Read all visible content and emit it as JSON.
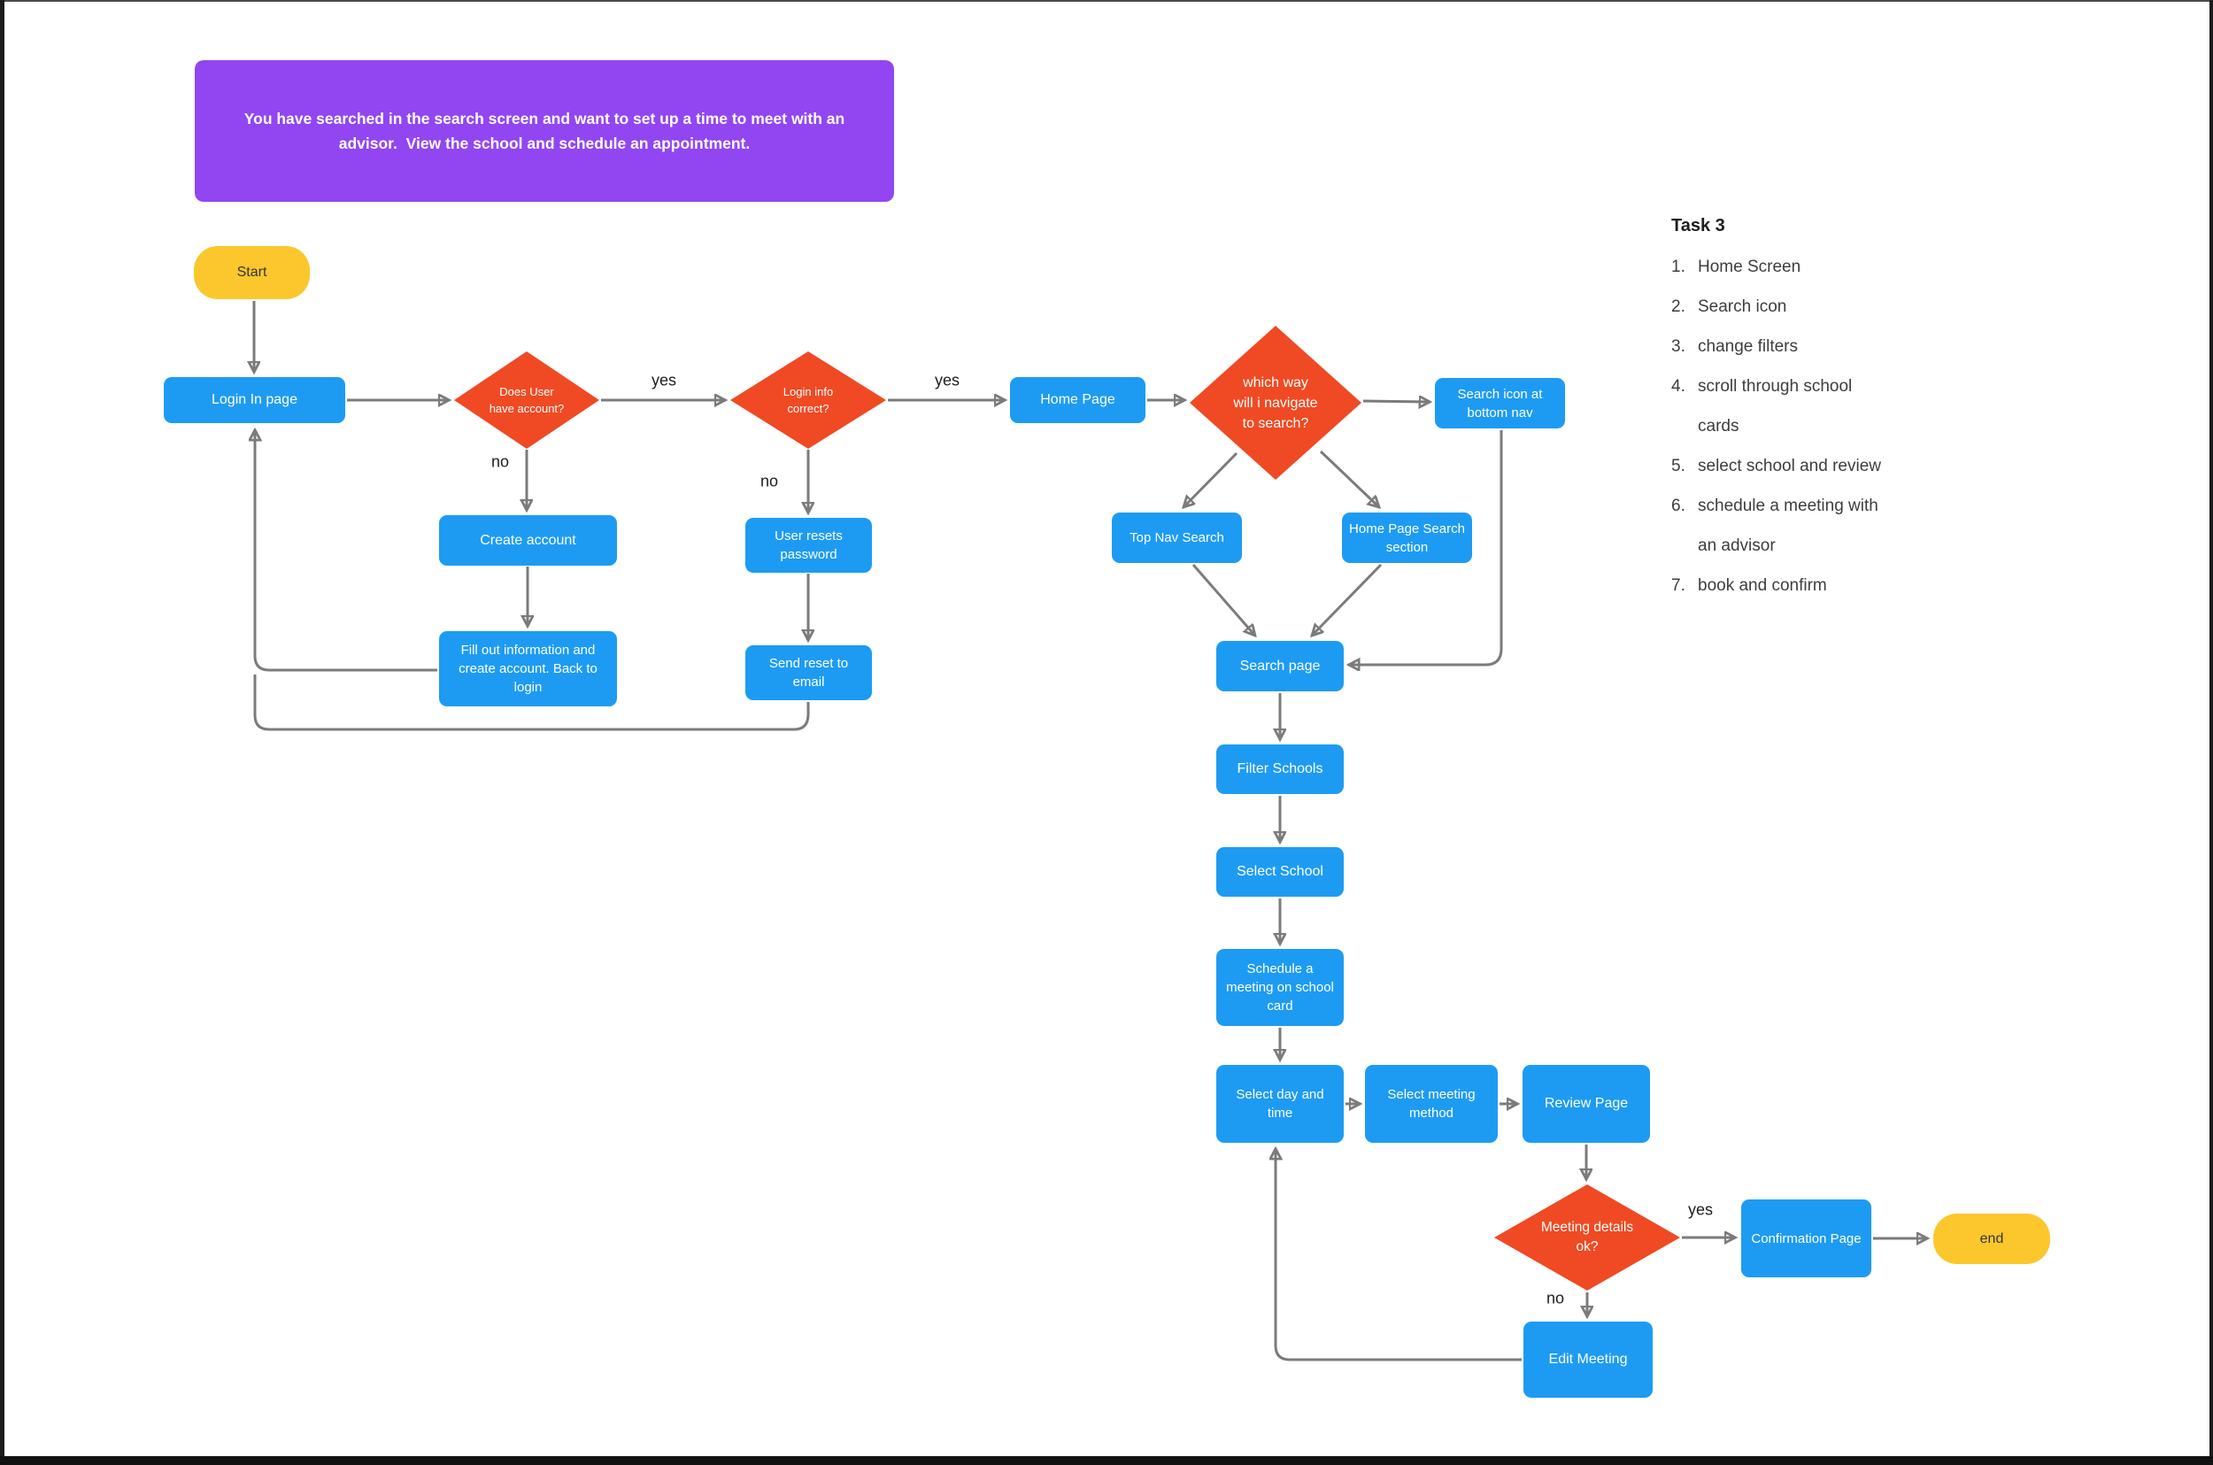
{
  "banner": {
    "text": "You have searched in the search screen and want to set up a time to meet with an\nadvisor.  View the school and schedule an appointment."
  },
  "nodes": {
    "start": {
      "label": "Start"
    },
    "login": {
      "label": "Login In page"
    },
    "d1": {
      "label": "Does User\nhave account?"
    },
    "create": {
      "label": "Create account"
    },
    "fillout": {
      "label": "Fill out information and\ncreate account. Back to\nlogin"
    },
    "d2": {
      "label": "Login info\ncorrect?"
    },
    "user_resets": {
      "label": "User resets\npassword"
    },
    "send_reset": {
      "label": "Send reset to\nemail"
    },
    "home": {
      "label": "Home Page"
    },
    "d3": {
      "label": "which way\nwill i navigate\nto search?"
    },
    "search_icon": {
      "label": "Search icon at\nbottom nav"
    },
    "top_nav": {
      "label": "Top Nav Search"
    },
    "home_search": {
      "label": "Home Page Search\nsection"
    },
    "search_page": {
      "label": "Search page"
    },
    "filter": {
      "label": "Filter Schools"
    },
    "select_school": {
      "label": "Select School"
    },
    "schedule": {
      "label": "Schedule a\nmeeting on school\ncard"
    },
    "select_day": {
      "label": "Select day and\ntime"
    },
    "select_method": {
      "label": "Select meeting\nmethod"
    },
    "review": {
      "label": "Review Page"
    },
    "d4": {
      "label": "Meeting details\nok?"
    },
    "confirm": {
      "label": "Confirmation Page"
    },
    "end": {
      "label": "end"
    },
    "edit": {
      "label": "Edit Meeting"
    }
  },
  "edge_labels": {
    "d1_yes": "yes",
    "d1_no": "no",
    "d2_yes": "yes",
    "d2_no": "no",
    "d4_yes": "yes",
    "d4_no": "no"
  },
  "task_panel": {
    "title": "Task 3",
    "items": [
      {
        "num": "1.",
        "text": "Home Screen"
      },
      {
        "num": "2.",
        "text": "Search icon"
      },
      {
        "num": "3.",
        "text": "change filters"
      },
      {
        "num": "4.",
        "text": "scroll through school\ncards"
      },
      {
        "num": "5.",
        "text": "select school and review"
      },
      {
        "num": "6.",
        "text": "schedule a meeting with\nan advisor"
      },
      {
        "num": "7.",
        "text": "book and confirm"
      }
    ]
  },
  "colors": {
    "node_blue": "#1d9bf3",
    "diamond_red": "#ef4a23",
    "terminal_yellow": "#fbc72d",
    "banner_purple": "#9146f2",
    "connector_gray": "#7b7b7b"
  }
}
